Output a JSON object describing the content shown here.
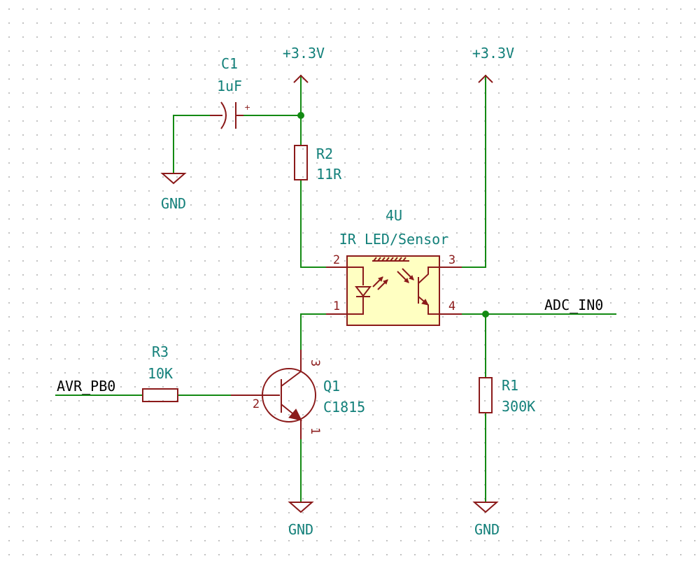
{
  "power": {
    "vcc_left": "+3.3V",
    "vcc_right": "+3.3V",
    "gnd_c1": "GND",
    "gnd_q1": "GND",
    "gnd_r1": "GND"
  },
  "c1": {
    "ref": "C1",
    "value": "1uF",
    "polarity": "+"
  },
  "r2": {
    "ref": "R2",
    "value": "11R"
  },
  "r3": {
    "ref": "R3",
    "value": "10K"
  },
  "r1": {
    "ref": "R1",
    "value": "300K"
  },
  "u4": {
    "ref": "4U",
    "value": "IR LED/Sensor",
    "pins": [
      "1",
      "2",
      "3",
      "4"
    ]
  },
  "q1": {
    "ref": "Q1",
    "value": "C1815",
    "pins": [
      "1",
      "2",
      "3"
    ]
  },
  "nets": {
    "adc": "ADC_IN0",
    "avr": "AVR_PB0"
  },
  "colors": {
    "wire": "#138a13",
    "component": "#8b1a1a",
    "component_fill": "#ffffc2",
    "label": "#13807a",
    "net_label": "#000000"
  }
}
